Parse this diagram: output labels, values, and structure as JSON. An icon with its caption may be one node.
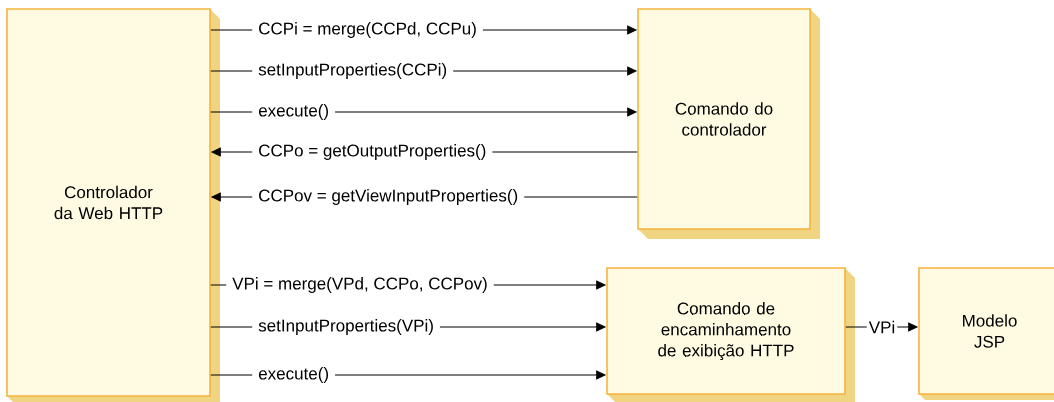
{
  "diagram": {
    "nodes": [
      {
        "text": [
          "Controlador da Web HTTP"
        ]
      },
      {
        "text": [
          "Comando do controlador"
        ]
      },
      {
        "text": [
          "Comando de encaminhamento de exibição HTTP"
        ]
      },
      {
        "text": [
          "Modelo JSP"
        ]
      }
    ],
    "edges": [
      {
        "from": 0,
        "to": 1,
        "arrow": "to",
        "label": "CCPi = merge(CCPd, CCPu)"
      },
      {
        "from": 0,
        "to": 1,
        "arrow": "to",
        "label": "setInputProperties(CCPi)"
      },
      {
        "from": 0,
        "to": 1,
        "arrow": "to",
        "label": "execute()"
      },
      {
        "from": 1,
        "to": 0,
        "arrow": "to",
        "label": "CCPo = getOutputProperties()"
      },
      {
        "from": 1,
        "to": 0,
        "arrow": "to",
        "label": "CCPov = getViewInputProperties()"
      },
      {
        "from": 0,
        "to": 2,
        "arrow": "to",
        "label": "VPi = merge(VPd, CCPo, CCPov)"
      },
      {
        "from": 0,
        "to": 2,
        "arrow": "to",
        "label": "setInputProperties(VPi)"
      },
      {
        "from": 0,
        "to": 2,
        "arrow": "to",
        "label": "execute()"
      },
      {
        "from": 2,
        "to": 3,
        "arrow": "to",
        "label": "VPi"
      }
    ]
  }
}
